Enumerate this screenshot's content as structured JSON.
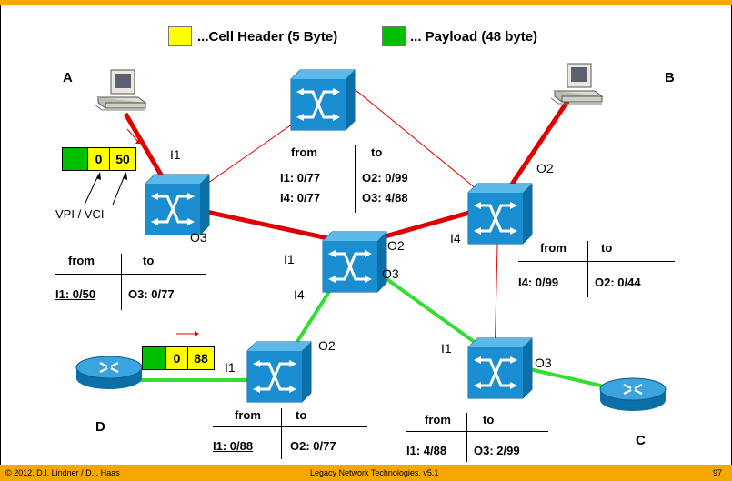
{
  "colors": {
    "accent_bar": "#f5a800",
    "header_color": "#ffff00",
    "payload_color": "#00c000",
    "path_red": "#e00000",
    "path_green": "#33dd33",
    "switch_fill": "#1a8fd0"
  },
  "legend": {
    "header_label": "...Cell Header (5 Byte)",
    "payload_label": "... Payload (48 byte)"
  },
  "nodes": {
    "a": "A",
    "b": "B",
    "c": "C",
    "d": "D"
  },
  "ports": {
    "s1_i1": "I1",
    "s1_o3": "O3",
    "s3_i1": "I1",
    "s3_o2": "O2",
    "s3_i4": "I4",
    "s3_o3": "O3",
    "s4_o2": "O2",
    "s4_i4": "I4",
    "s5_i1": "I1",
    "s5_o2": "O2",
    "s6_i1": "I1",
    "s6_o3": "O3"
  },
  "cell_a": {
    "vpi": "0",
    "vci": "50",
    "caption": "VPI / VCI"
  },
  "cell_d": {
    "vpi": "0",
    "vci": "88"
  },
  "tables": {
    "s1": {
      "from": "from",
      "to": "to",
      "row1_from": "I1: 0/50",
      "row1_to": "O3: 0/77"
    },
    "s2": {
      "from": "from",
      "to": "to",
      "row1_from": "I1: 0/77",
      "row1_to": "O2: 0/99",
      "row2_from": "I4: 0/77",
      "row2_to": "O3: 4/88"
    },
    "s4": {
      "from": "from",
      "to": "to",
      "row1_from": "I4: 0/99",
      "row1_to": "O2: 0/44"
    },
    "s5": {
      "from": "from",
      "to": "to",
      "row1_from": "I1: 0/88",
      "row1_to": "O2: 0/77"
    },
    "s6": {
      "from": "from",
      "to": "to",
      "row1_from": "I1: 4/88",
      "row1_to": "O3: 2/99"
    }
  },
  "footer": {
    "copyright": "© 2012, D.I. Lindner / D.I. Haas",
    "course": "Legacy Network Technologies, v5.1",
    "page": "97"
  }
}
